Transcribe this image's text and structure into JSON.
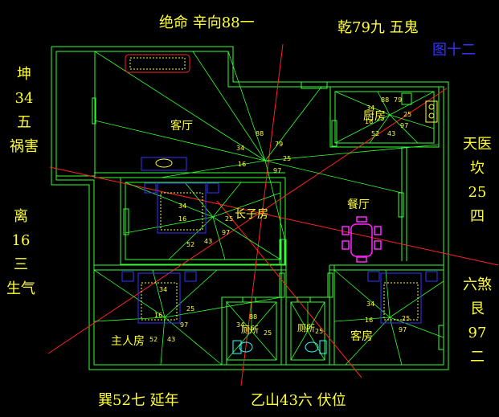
{
  "header": {
    "title_left": "绝命 辛向88一",
    "title_right": "乾79九 五鬼",
    "figure_label": "图十二"
  },
  "left_column_top": [
    "坤",
    "34",
    "五",
    "祸害"
  ],
  "left_column_bottom": [
    "离",
    "16",
    "三",
    "生气"
  ],
  "right_column_top": [
    "天医",
    "坎",
    "25",
    "四"
  ],
  "right_column_bottom": [
    "六煞",
    "艮",
    "97",
    "二"
  ],
  "footer": {
    "left": "巽52七  延年",
    "right": "乙山43六  伏位"
  },
  "rooms": {
    "living": "客厅",
    "kitchen": "厨房",
    "dining": "餐厅",
    "eldest_son": "长子房",
    "master": "主人房",
    "guest": "客房",
    "bath1": "厕所",
    "bath2": "厕所"
  },
  "star_numbers": {
    "n88": "88",
    "n79": "79",
    "n34": "34",
    "n25": "25",
    "n16": "16",
    "n97": "97",
    "n52": "52",
    "n43": "43"
  },
  "colors": {
    "walls": "#33ff33",
    "text": "#ffff33",
    "furniture": "#3333ff",
    "red_lines": "#ff2222",
    "dining_table": "#ff22ff"
  }
}
